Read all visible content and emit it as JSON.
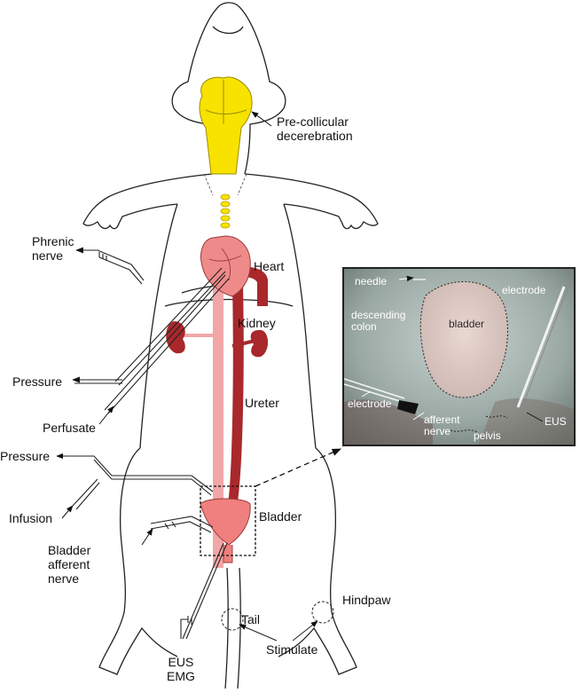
{
  "labels": {
    "decerebration_line1": "Pre-collicular",
    "decerebration_line2": "decerebration",
    "phrenic_line1": "Phrenic",
    "phrenic_line2": "nerve",
    "heart": "Heart",
    "kidney": "Kidney",
    "ureter": "Ureter",
    "pressure_upper": "Pressure",
    "perfusate": "Perfusate",
    "pressure_lower": "Pressure",
    "infusion": "Infusion",
    "bladder": "Bladder",
    "bladder_afferent_line1": "Bladder",
    "bladder_afferent_line2": "afferent",
    "bladder_afferent_line3": "nerve",
    "hindpaw": "Hindpaw",
    "tail": "Tail",
    "stimulate": "Stimulate",
    "eus_emg_line1": "EUS",
    "eus_emg_line2": "EMG"
  },
  "inset": {
    "needle": "needle",
    "electrode_top": "electrode",
    "descending_line1": "descending",
    "descending_line2": "colon",
    "bladder": "bladder",
    "electrode_left": "electrode",
    "afferent_line1": "afferent",
    "afferent_line2": "nerve",
    "pelvis": "pelvis",
    "eus": "EUS"
  },
  "colors": {
    "brain": "#f7e200",
    "heart": "#ef8a8a",
    "kidney": "#a8282b",
    "artery": "#a8282b",
    "vein": "#f2a6a8",
    "bladder": "#f07f7f"
  }
}
